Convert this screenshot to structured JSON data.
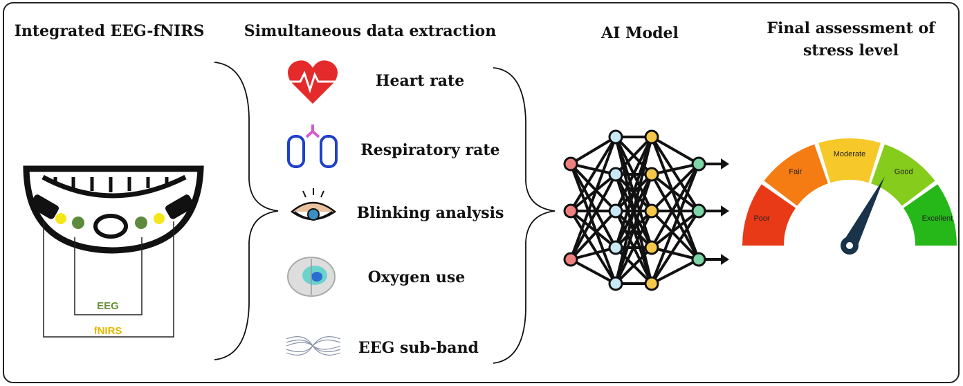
{
  "headers": {
    "device": "Integrated EEG-fNIRS",
    "extraction": "Simultaneous data extraction",
    "model": "AI Model",
    "assessment_line1": "Final assessment of",
    "assessment_line2": "stress level"
  },
  "device": {
    "eeg_label": "EEG",
    "fnirs_label": "fNIRS",
    "eeg_color": "#6a8f3a",
    "fnirs_color": "#e5b800"
  },
  "features": [
    {
      "label": "Heart rate",
      "icon": "heart-icon"
    },
    {
      "label": "Respiratory rate",
      "icon": "lungs-icon"
    },
    {
      "label": "Blinking analysis",
      "icon": "eye-icon"
    },
    {
      "label": "Oxygen use",
      "icon": "brain-icon"
    },
    {
      "label": "EEG sub-band",
      "icon": "waves-icon"
    }
  ],
  "gauge": {
    "segments": [
      {
        "label": "Poor",
        "color": "#e83a17"
      },
      {
        "label": "Fair",
        "color": "#f47c12"
      },
      {
        "label": "Moderate",
        "color": "#f7c82a"
      },
      {
        "label": "Good",
        "color": "#86cc1c"
      },
      {
        "label": "Excellent",
        "color": "#25b818"
      }
    ],
    "selected": "Good",
    "needle_value": 0.65
  }
}
